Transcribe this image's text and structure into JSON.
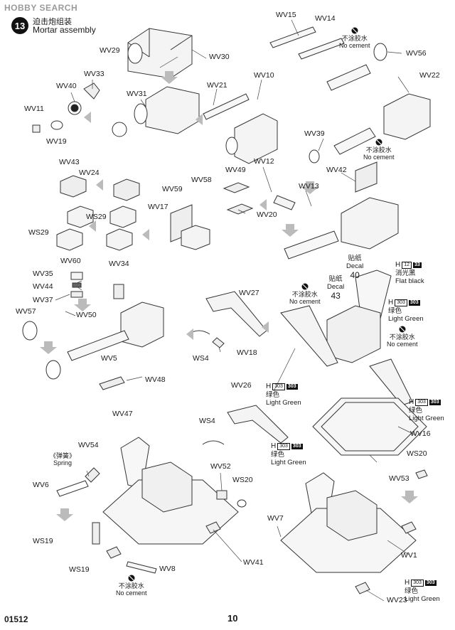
{
  "watermark": "HOBBY SEARCH",
  "step": {
    "number": "13",
    "title_cn": "迫击炮组装",
    "title_en": "Mortar assembly"
  },
  "labels": {
    "wv15": "WV15",
    "wv14": "WV14",
    "wv56": "WV56",
    "wv22": "WV22",
    "wv29": "WV29",
    "wv30": "WV30",
    "wv33": "WV33",
    "wv40": "WV40",
    "wv31": "WV31",
    "wv11": "WV11",
    "wv19": "WV19",
    "wv21": "WV21",
    "wv10": "WV10",
    "wv39": "WV39",
    "wv43": "WV43",
    "wv24": "WV24",
    "wv49": "WV49",
    "wv12": "WV12",
    "wv42": "WV42",
    "wv59": "WV59",
    "wv58": "WV58",
    "wv17": "WV17",
    "wv13": "WV13",
    "ws29_a": "WS29",
    "ws29_b": "WS29",
    "wv20": "WV20",
    "wv60": "WV60",
    "wv34": "WV34",
    "wv35": "WV35",
    "wv44": "WV44",
    "wv37": "WV37",
    "wv57": "WV57",
    "wv50": "WV50",
    "wv27": "WV27",
    "wv5": "WV5",
    "ws4_a": "WS4",
    "wv18": "WV18",
    "wv48": "WV48",
    "wv47": "WV47",
    "wv26": "WV26",
    "ws4_b": "WS4",
    "wv16": "WV16",
    "wv54": "WV54",
    "ws20_a": "WS20",
    "wv52": "WV52",
    "ws20_b": "WS20",
    "wv53": "WV53",
    "wv6": "WV6",
    "wv7": "WV7",
    "ws19_a": "WS19",
    "ws19_b": "WS19",
    "wv8": "WV8",
    "wv41": "WV41",
    "wv1": "WV1",
    "wv23": "WV23"
  },
  "spring": {
    "cn": "《弹簧》",
    "en": "Spring"
  },
  "no_cement": {
    "cn": "不涂胶水",
    "en": "No cement"
  },
  "decal_40": {
    "cn": "贴纸",
    "en": "Decal",
    "num": "40"
  },
  "decal_43": {
    "cn": "贴纸",
    "en": "Decal",
    "num": "43"
  },
  "paint_flat_black": {
    "h": "H",
    "code": "12",
    "alt": "33",
    "cn": "消光黑",
    "en": "Flat black"
  },
  "paint_light_green": {
    "h": "H",
    "code": "303",
    "alt": "303",
    "cn": "绿色",
    "en": "Light Green"
  },
  "footer": {
    "code": "01512",
    "page": "10"
  }
}
